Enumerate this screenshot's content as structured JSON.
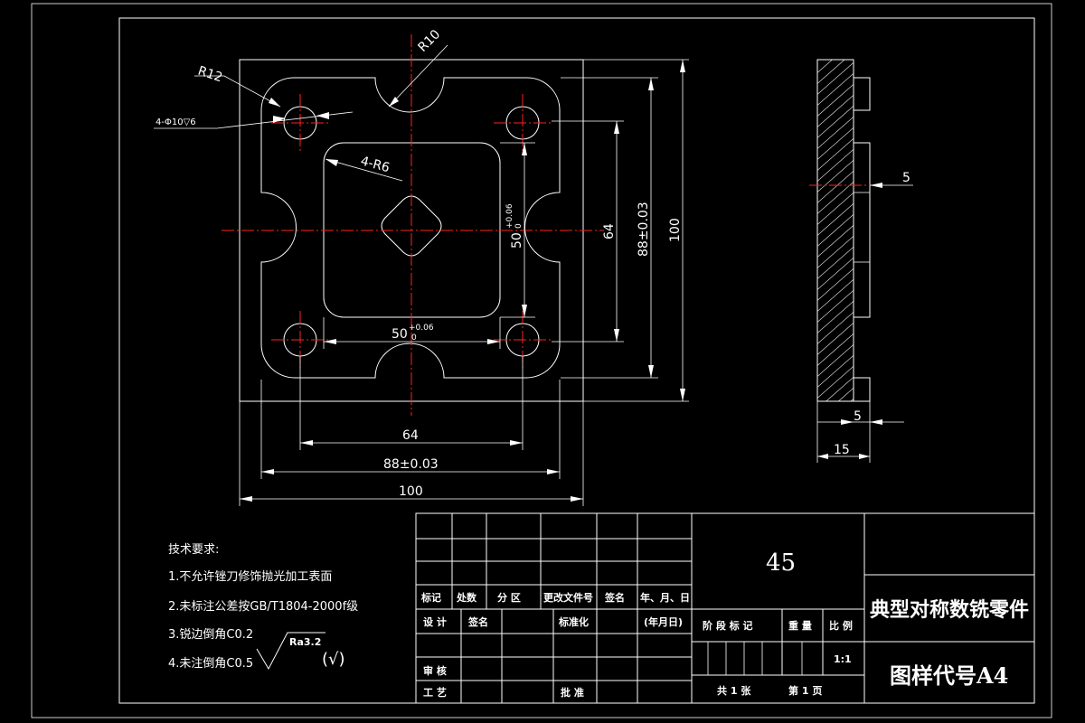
{
  "dimensions": {
    "r10": "R10",
    "r12": "R12",
    "holes": "4-Φ10▽6",
    "r6": "4-R6",
    "dim_50_v": "50",
    "dim_50_v_tol_upper": "+0.06",
    "dim_50_v_tol_lower": "0",
    "dim_64_v": "64",
    "dim_88_v": "88±0.03",
    "dim_100_v": "100",
    "dim_50_h": "50",
    "dim_50_h_tol_upper": "+0.06",
    "dim_50_h_tol_lower": "0",
    "dim_64_h": "64",
    "dim_88_h": "88±0.03",
    "dim_100_h": "100",
    "side_5_top": "5",
    "side_5_bottom": "5",
    "side_15": "15"
  },
  "notes": {
    "title": "技术要求:",
    "items": [
      "1.不允许锉刀修饰抛光加工表面",
      "2.未标注公差按GB/T1804-2000f级",
      "3.锐边倒角C0.2",
      "4.未注倒角C0.5"
    ],
    "roughness": "Ra3.2",
    "roughness_paren": "(√)"
  },
  "title_block": {
    "material": "45",
    "part_name": "典型对称数铣零件",
    "drawing_no": "图样代号A4",
    "headers": [
      "标记",
      "处数",
      "分 区",
      "更改文件号",
      "签名",
      "年、月、日"
    ],
    "design": "设 计",
    "signature": "签名",
    "standardize": "标准化",
    "date_paren": "(年月日)",
    "stage_mark": "阶 段 标 记",
    "weight": "重 量",
    "scale_label": "比 例",
    "scale": "1:1",
    "review": "审 核",
    "process": "工 艺",
    "approve": "批 准",
    "sheets_total": "共 1 张",
    "sheet_no": "第 1 页"
  }
}
